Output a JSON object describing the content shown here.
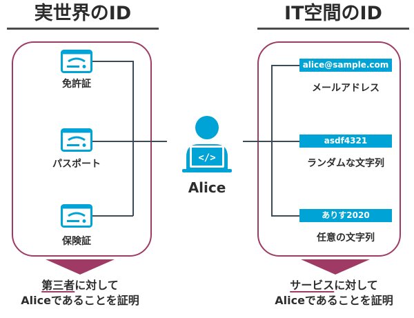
{
  "left": {
    "title": "実世界のID",
    "items": [
      {
        "label": "免許証",
        "icon": "id-card-icon"
      },
      {
        "label": "パスポート",
        "icon": "id-card-icon"
      },
      {
        "label": "保険証",
        "icon": "id-card-icon"
      }
    ],
    "footer_line1_emph": "第三者",
    "footer_line1_rest": "に対して",
    "footer_line2": "Aliceであることを証明"
  },
  "right": {
    "title": "IT空間のID",
    "items": [
      {
        "tag": "alice@sample.com",
        "label": "メールアドレス"
      },
      {
        "tag": "asdf4321",
        "label": "ランダムな文字列"
      },
      {
        "tag": "ありす2020",
        "label": "任意の文字列"
      }
    ],
    "footer_line1_emph": "サービス",
    "footer_line1_rest": "に対して",
    "footer_line2": "Aliceであることを証明"
  },
  "center": {
    "name": "Alice",
    "icon": "user-laptop-icon"
  },
  "colors": {
    "accent": "#9e3a63",
    "icon_blue": "#00a3d6",
    "line": "#3b4a56"
  }
}
